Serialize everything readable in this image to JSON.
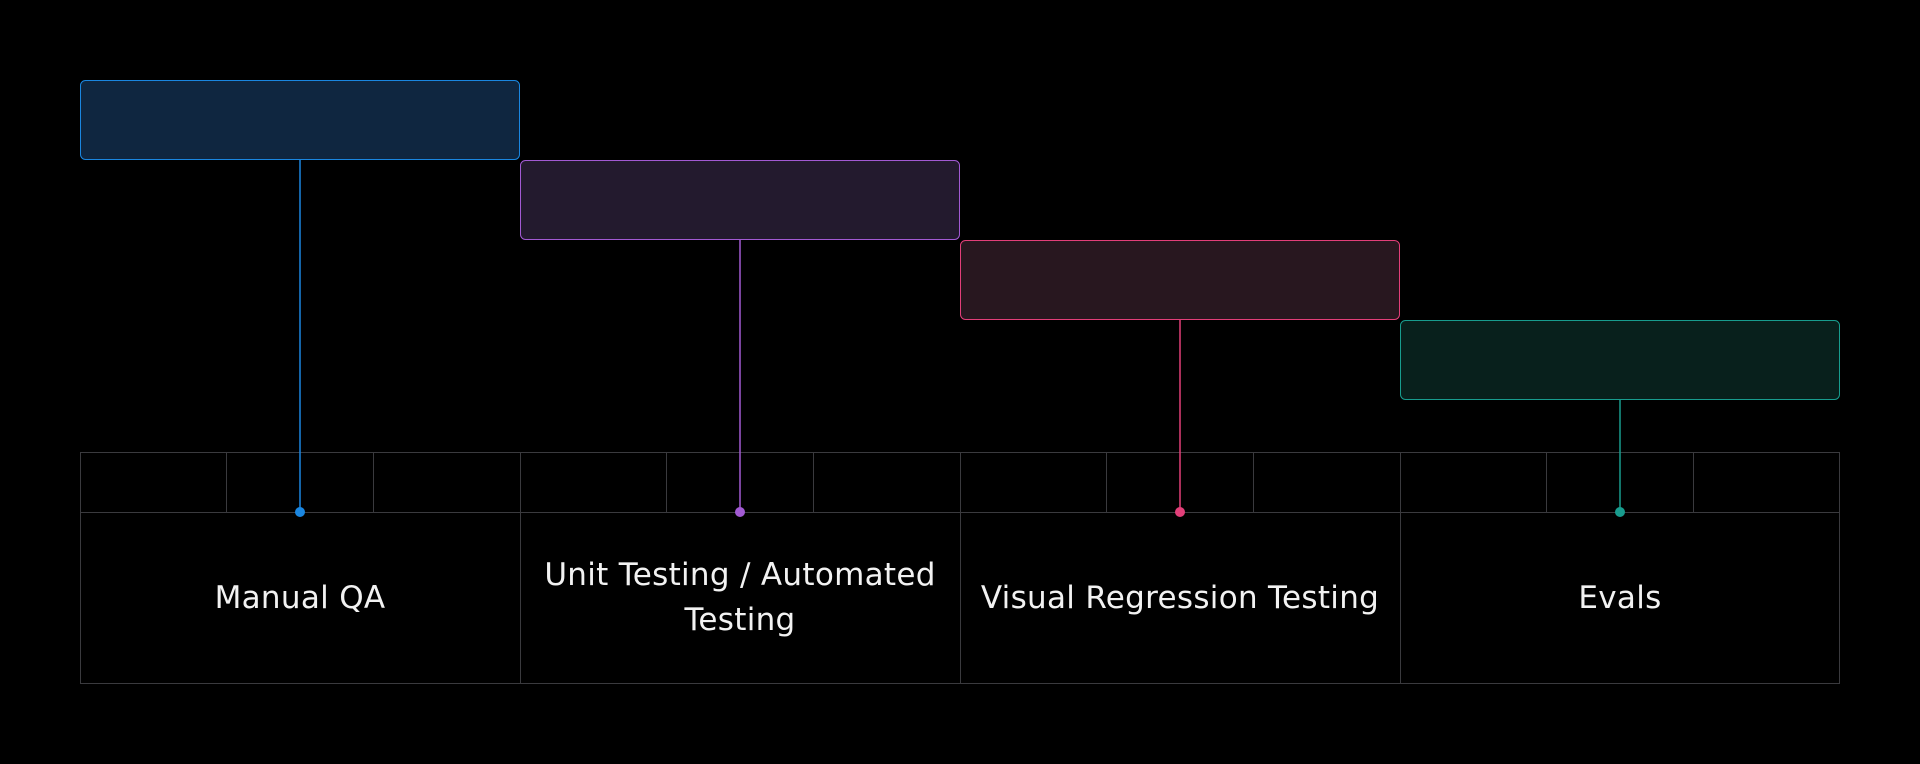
{
  "stages": [
    {
      "label": "Manual QA",
      "color": "#1a86e0",
      "fill": "#0f2640"
    },
    {
      "label": "Unit Testing / Automated Testing",
      "color": "#a25ad3",
      "fill": "#231a2e"
    },
    {
      "label": "Visual Regression Testing",
      "color": "#e23f79",
      "fill": "#28171f"
    },
    {
      "label": "Evals",
      "color": "#189c8e",
      "fill": "#08201c"
    }
  ]
}
